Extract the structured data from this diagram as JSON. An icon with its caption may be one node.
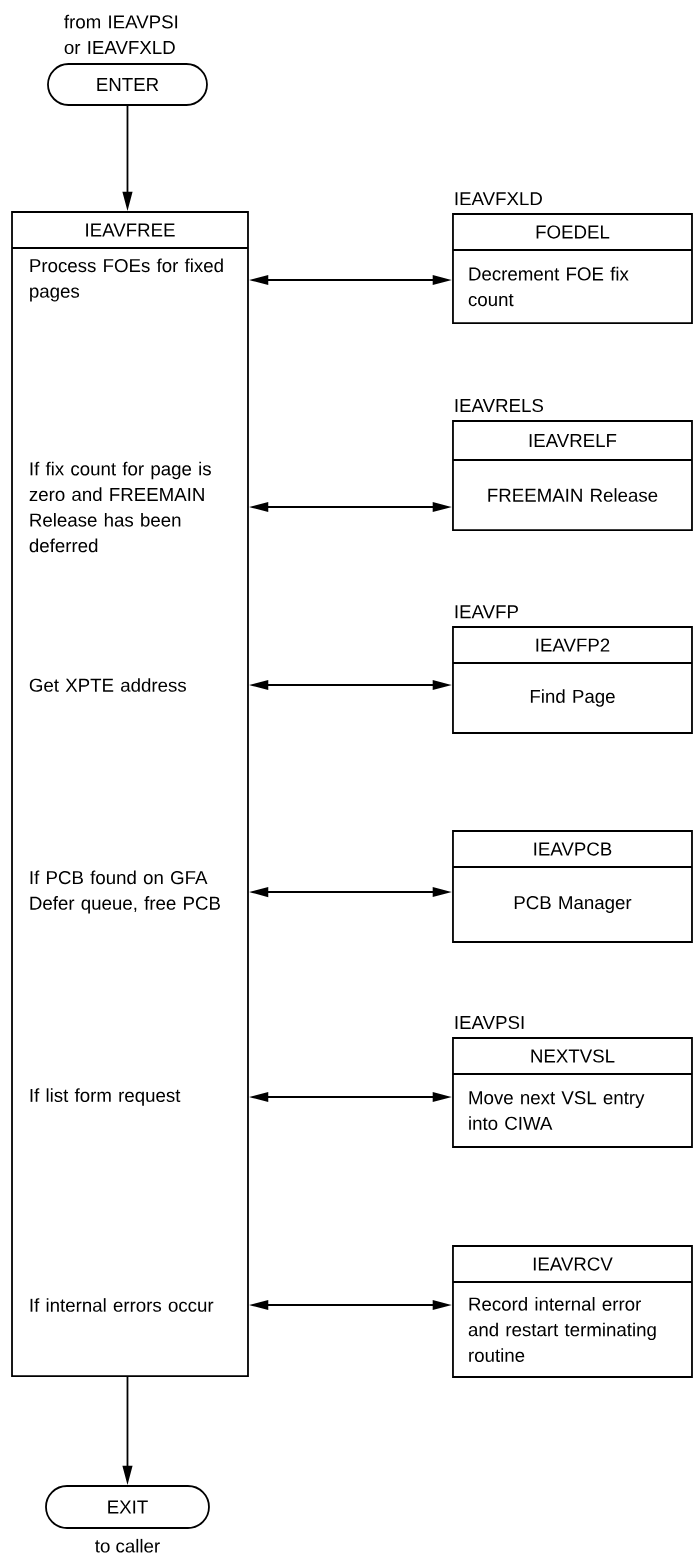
{
  "diagram": {
    "nodes": [
      {
        "text": [
          "ENTER"
        ],
        "beside": [
          "from IEAVPSI or IEAVFXLD"
        ]
      },
      {
        "text": [
          "IEAVFREE"
        ]
      },
      {
        "text": [
          "Process FOEs for fixed pages"
        ],
        "in": 1
      },
      {
        "text": [
          "FOEDEL",
          "Decrement FOE fix count"
        ],
        "beside": [
          "IEAVFXLD"
        ]
      },
      {
        "text": [
          "If fix count for page is zero and FREEMAIN Release has been deferred"
        ],
        "in": 1
      },
      {
        "text": [
          "IEAVRELF",
          "FREEMAIN Release"
        ],
        "beside": [
          "IEAVRELS"
        ]
      },
      {
        "text": [
          "Get XPTE address"
        ],
        "in": 1
      },
      {
        "text": [
          "IEAVFP2",
          "Find Page"
        ],
        "beside": [
          "IEAVFP"
        ]
      },
      {
        "text": [
          "If PCB found on GFA Defer queue, free PCB"
        ],
        "in": 1
      },
      {
        "text": [
          "IEAVPCB",
          "PCB Manager"
        ]
      },
      {
        "text": [
          "If list form request"
        ],
        "in": 1
      },
      {
        "text": [
          "NEXTVSL",
          "Move next VSL entry into CIWA"
        ],
        "beside": [
          "IEAVPSI"
        ]
      },
      {
        "text": [
          "If internal errors occur"
        ],
        "in": 1
      },
      {
        "text": [
          "IEAVRCV",
          "Record internal error and restart terminating routine"
        ]
      },
      {
        "text": [
          "EXIT"
        ],
        "beside": [
          "to caller"
        ]
      }
    ],
    "edges": [
      {
        "from": 0,
        "to": 1,
        "arrow": "to"
      },
      {
        "from": 2,
        "to": 3,
        "arrow": "both"
      },
      {
        "from": 4,
        "to": 5,
        "arrow": "both"
      },
      {
        "from": 6,
        "to": 7,
        "arrow": "both"
      },
      {
        "from": 8,
        "to": 9,
        "arrow": "both"
      },
      {
        "from": 10,
        "to": 11,
        "arrow": "both"
      },
      {
        "from": 12,
        "to": 13,
        "arrow": "both"
      },
      {
        "from": 1,
        "to": 14,
        "arrow": "to"
      }
    ]
  }
}
